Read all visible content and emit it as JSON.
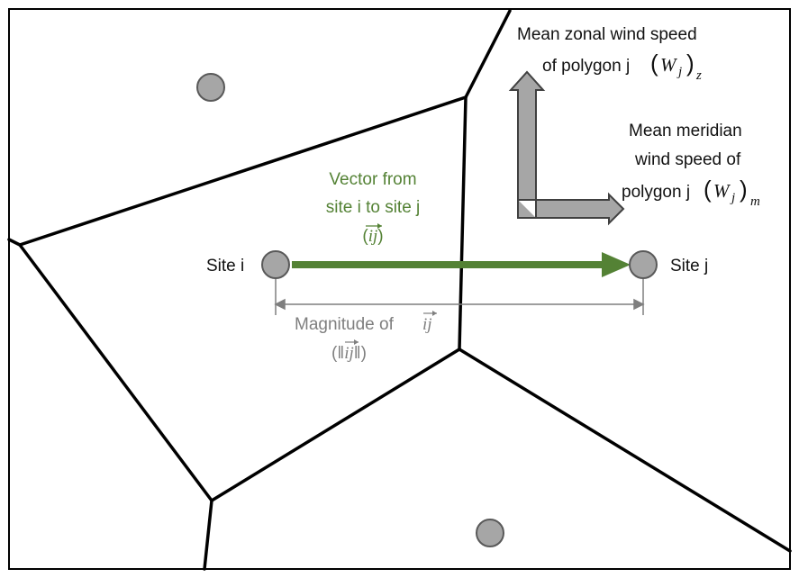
{
  "colors": {
    "background": "#ffffff",
    "edges": "#000000",
    "site_fill": "#a6a6a6",
    "site_stroke": "#595959",
    "vector": "#548235",
    "magnitude": "#7f7f7f",
    "wind_arrow_fill": "#a6a6a6",
    "wind_arrow_stroke": "#404040"
  },
  "labels": {
    "site_i": "Site i",
    "site_j": "Site j",
    "vector_line1": "Vector from",
    "vector_line2": "site i to site j",
    "vector_symbol": "ij",
    "magnitude_line1": "Magnitude of",
    "magnitude_symbol": "ij",
    "zonal_line1": "Mean zonal wind speed",
    "zonal_line2": "of polygon j",
    "zonal_var": "W",
    "zonal_sub_j": "j",
    "zonal_sub": "z",
    "meridian_line1": "Mean meridian",
    "meridian_line2": "wind speed of",
    "meridian_line3": "polygon j",
    "meridian_var": "W",
    "meridian_sub_j": "j",
    "meridian_sub": "m"
  }
}
